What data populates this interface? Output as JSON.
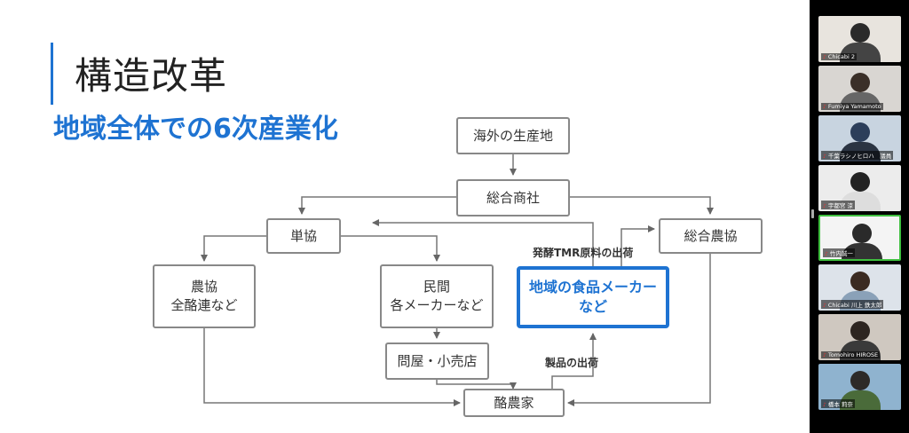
{
  "slide": {
    "title": "構造改革",
    "subtitle": "地域全体での6次産業化",
    "boxes": {
      "overseas": "海外の生産地",
      "trading": "総合商社",
      "tankyo": "単協",
      "sogo_nokyo": "総合農協",
      "nokyo_line1": "農協",
      "nokyo_line2": "全酪連など",
      "minkan_line1": "民間",
      "minkan_line2": "各メーカーなど",
      "local_food_line1": "地域の食品メーカー",
      "local_food_line2": "など",
      "wholesale": "問屋・小売店",
      "dairy_farmer": "酪農家"
    },
    "labels": {
      "tmr": "発酵TMR原料の出荷",
      "product": "製品の出荷"
    },
    "accent_color": "#1e73d2"
  },
  "participants": [
    {
      "name": "Chicabi 2",
      "head": "#2a2a2a",
      "bg": "#e8e4de",
      "body": "#444"
    },
    {
      "name": "Fumiya Yamamoto",
      "head": "#3a2f28",
      "bg": "#d9d6d2",
      "body": "#666"
    },
    {
      "name": "千葉ラシノヒロハ　議員",
      "head": "#2c3e5a",
      "bg": "#c8d4e0",
      "body": "#2b3442"
    },
    {
      "name": "宇都宮 涼",
      "head": "#222",
      "bg": "#ececec",
      "body": "#ddd"
    },
    {
      "name": "竹内誠一",
      "head": "#2a2a2a",
      "bg": "#f4f4f4",
      "body": "#333"
    },
    {
      "name": "Chicabi 川上 鉄太郎",
      "head": "#3b2b22",
      "bg": "#dde3ea",
      "body": "#8aa1b8"
    },
    {
      "name": "Tomohiro HIROSE",
      "head": "#2d2520",
      "bg": "#cfc8c0",
      "body": "#3a3a3a"
    },
    {
      "name": "橋本 莉奈",
      "head": "#2d2a28",
      "bg": "#8fb3cf",
      "body": "#4a6b3a"
    }
  ]
}
